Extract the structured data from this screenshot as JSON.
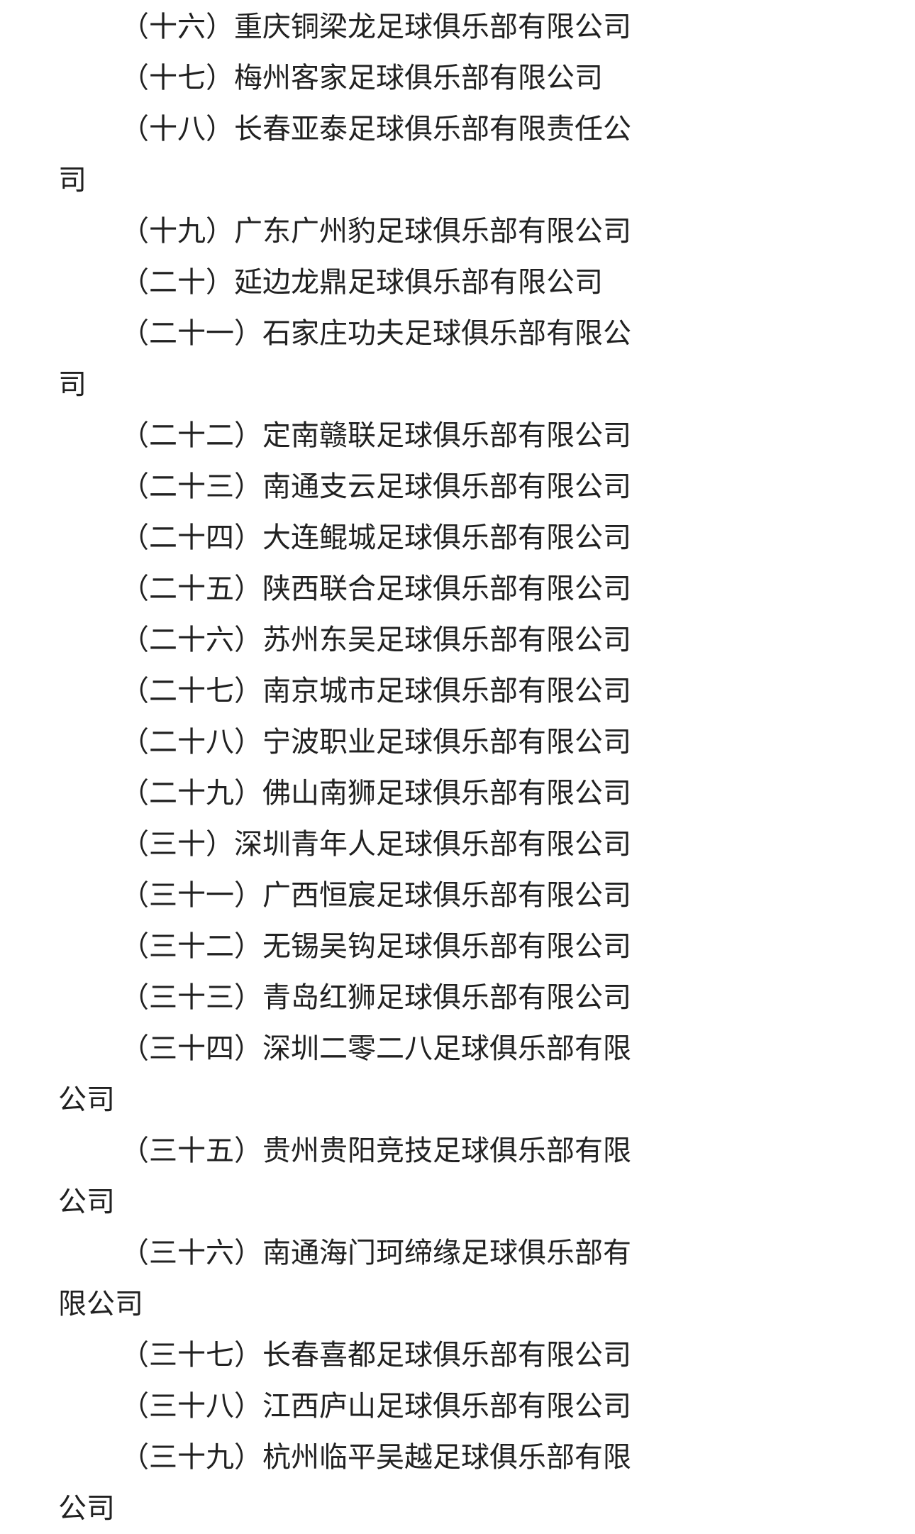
{
  "colors": {
    "background": "#ffffff",
    "text": "#212121"
  },
  "document": {
    "items": [
      "（十六）重庆铜梁龙足球俱乐部有限公司",
      "（十七）梅州客家足球俱乐部有限公司",
      "（十八）长春亚泰足球俱乐部有限责任公司",
      "（十九）广东广州豹足球俱乐部有限公司",
      "（二十）延边龙鼎足球俱乐部有限公司",
      "（二十一）石家庄功夫足球俱乐部有限公司",
      "（二十二）定南赣联足球俱乐部有限公司",
      "（二十三）南通支云足球俱乐部有限公司",
      "（二十四）大连鲲城足球俱乐部有限公司",
      "（二十五）陕西联合足球俱乐部有限公司",
      "（二十六）苏州东吴足球俱乐部有限公司",
      "（二十七）南京城市足球俱乐部有限公司",
      "（二十八）宁波职业足球俱乐部有限公司",
      "（二十九）佛山南狮足球俱乐部有限公司",
      "（三十）深圳青年人足球俱乐部有限公司",
      "（三十一）广西恒宸足球俱乐部有限公司",
      "（三十二）无锡吴钩足球俱乐部有限公司",
      "（三十三）青岛红狮足球俱乐部有限公司",
      "（三十四）深圳二零二八足球俱乐部有限公司",
      "（三十五）贵州贵阳竞技足球俱乐部有限公司",
      "（三十六）南通海门珂缔缘足球俱乐部有限公司",
      "（三十七）长春喜都足球俱乐部有限公司",
      "（三十八）江西庐山足球俱乐部有限公司",
      "（三十九）杭州临平吴越足球俱乐部有限公司"
    ]
  }
}
